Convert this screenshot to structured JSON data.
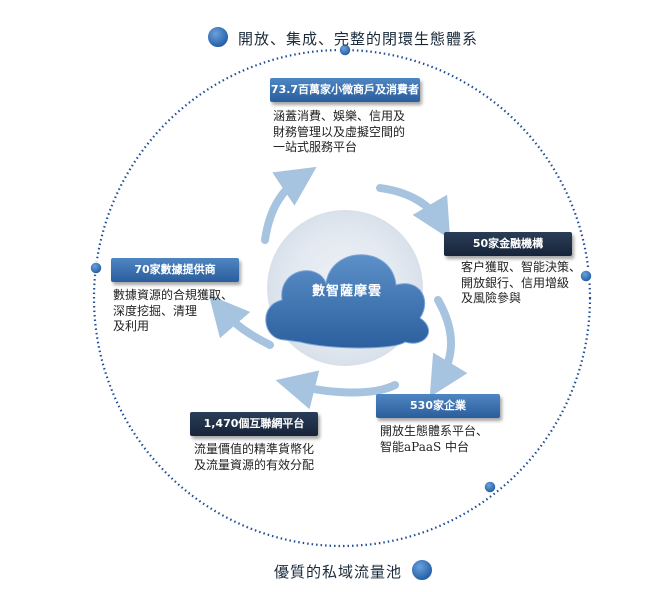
{
  "diagram": {
    "top_title": "開放、集成、完整的閉環生態體系",
    "bottom_title": "優質的私域流量池",
    "center": "數智薩摩雲",
    "nodes": [
      {
        "label": "73.7百萬家小微商戶及消費者",
        "desc": "涵蓋消費、娛樂、信用及\n財務管理以及虛擬空間的\n一站式服務平台"
      },
      {
        "label": "50家金融機構",
        "desc": "客户獲取、智能決策、\n開放銀行、信用增級\n及風險參與"
      },
      {
        "label": "530家企業",
        "desc": "開放生態體系平台、\n智能aPaaS 中台"
      },
      {
        "label": "1,470個互聯網平台",
        "desc": "流量價值的精準貨幣化\n及流量資源的有效分配"
      },
      {
        "label": "70家數據提供商",
        "desc": "數據資源的合規獲取、\n深度挖掘、清理\n及利用"
      }
    ]
  },
  "colors": {
    "ring": "#1f4e96",
    "dot": "#2f6db8",
    "cloud": "#3b74b4",
    "arrow": "#a6c3e0",
    "label_blue": "#3a6fb0",
    "label_navy": "#1f2d44"
  }
}
